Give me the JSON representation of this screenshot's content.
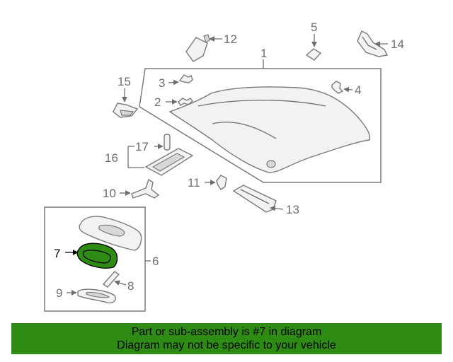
{
  "callouts": {
    "c1": "1",
    "c2": "2",
    "c3": "3",
    "c4": "4",
    "c5": "5",
    "c6": "6",
    "c7": "7",
    "c8": "8",
    "c9": "9",
    "c10": "10",
    "c11": "11",
    "c12": "12",
    "c13": "13",
    "c14": "14",
    "c15": "15",
    "c16": "16",
    "c17": "17"
  },
  "highlight": {
    "part_number": "7",
    "color": "#2e8b13"
  },
  "banner": {
    "line1": "Part or sub-assembly is #7 in diagram",
    "line2": "Diagram may not be specific to your vehicle",
    "background": "#2e8b13"
  }
}
